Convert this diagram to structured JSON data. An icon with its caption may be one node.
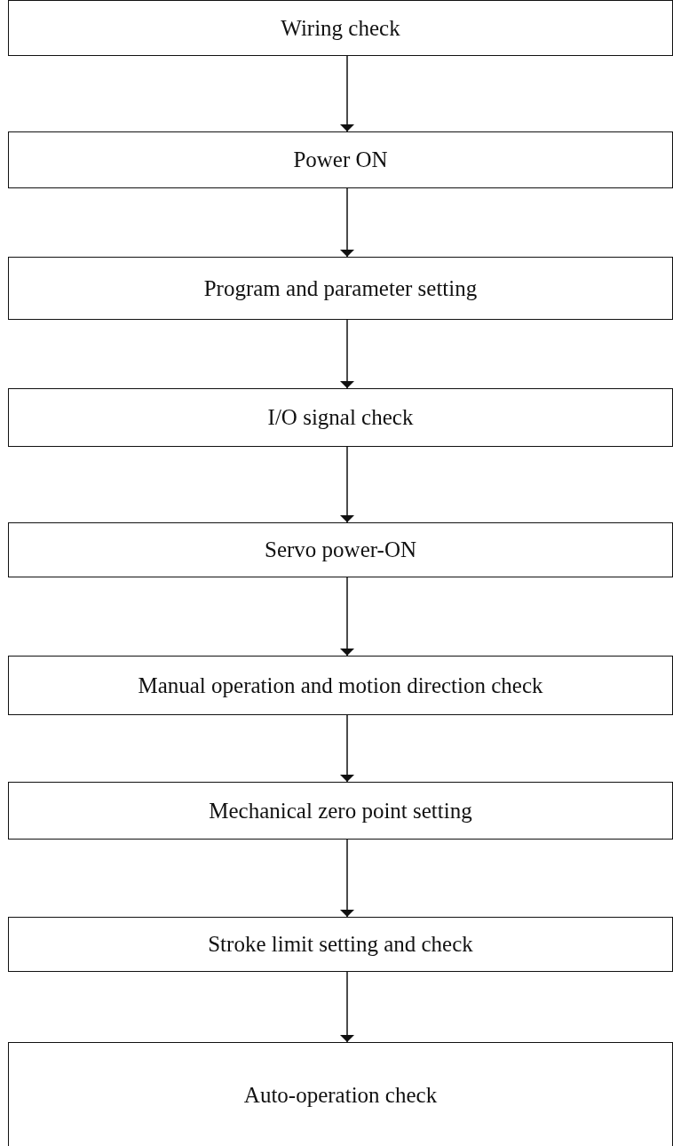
{
  "diagram": {
    "nodes": [
      {
        "text": [
          "Wiring check"
        ]
      },
      {
        "text": [
          "Power ON"
        ]
      },
      {
        "text": [
          "Program and parameter setting"
        ]
      },
      {
        "text": [
          "I/O signal check"
        ]
      },
      {
        "text": [
          "Servo power-ON"
        ]
      },
      {
        "text": [
          "Manual operation and motion direction check"
        ]
      },
      {
        "text": [
          "Mechanical zero point setting"
        ]
      },
      {
        "text": [
          "Stroke limit setting and check"
        ]
      },
      {
        "text": [
          "Auto-operation check"
        ]
      }
    ],
    "edges": [
      {
        "from": 0,
        "to": 1,
        "arrow": "to"
      },
      {
        "from": 1,
        "to": 2,
        "arrow": "to"
      },
      {
        "from": 2,
        "to": 3,
        "arrow": "to"
      },
      {
        "from": 3,
        "to": 4,
        "arrow": "to"
      },
      {
        "from": 4,
        "to": 5,
        "arrow": "to"
      },
      {
        "from": 5,
        "to": 6,
        "arrow": "to"
      },
      {
        "from": 6,
        "to": 7,
        "arrow": "to"
      },
      {
        "from": 7,
        "to": 8,
        "arrow": "to"
      }
    ]
  }
}
